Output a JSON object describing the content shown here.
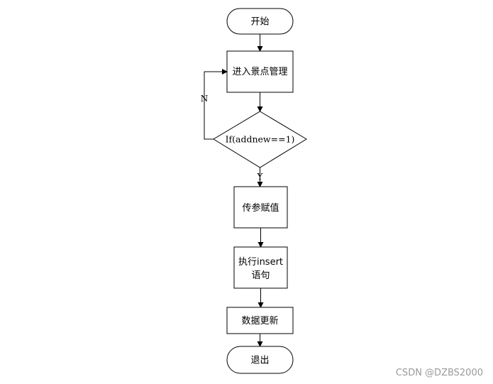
{
  "diagram": {
    "nodes": {
      "start": "开始",
      "enter": "进入景点管理",
      "decision": "If(addnew==1)",
      "assign": "传参赋值",
      "insert_line1": "执行insert",
      "insert_line2": "语句",
      "update": "数据更新",
      "exit": "退出"
    },
    "edge_labels": {
      "no": "N",
      "yes": "Y"
    }
  },
  "watermark": "CSDN @DZBS2000"
}
